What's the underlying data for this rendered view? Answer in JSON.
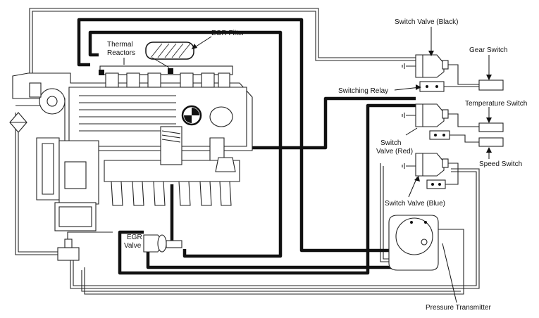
{
  "labels": {
    "egr_filter": "EGR Filter",
    "thermal_reactors_1": "Thermal",
    "thermal_reactors_2": "Reactors",
    "switch_valve_black": "Switch Valve (Black)",
    "gear_switch": "Gear Switch",
    "switching_relay": "Switching Relay",
    "temperature_switch": "Temperature Switch",
    "switch_valve_red_1": "Switch",
    "switch_valve_red_2": "Valve (Red)",
    "speed_switch": "Speed Switch",
    "switch_valve_blue": "Switch Valve (Blue)",
    "egr_valve_1": "EGR",
    "egr_valve_2": "Valve",
    "pressure_transmitter": "Pressure Transmitter"
  },
  "icons": {
    "logo": "bmw-roundel-icon",
    "ground": "ground-symbol-icon"
  },
  "colors": {
    "line": "#111111",
    "paper": "#ffffff"
  }
}
